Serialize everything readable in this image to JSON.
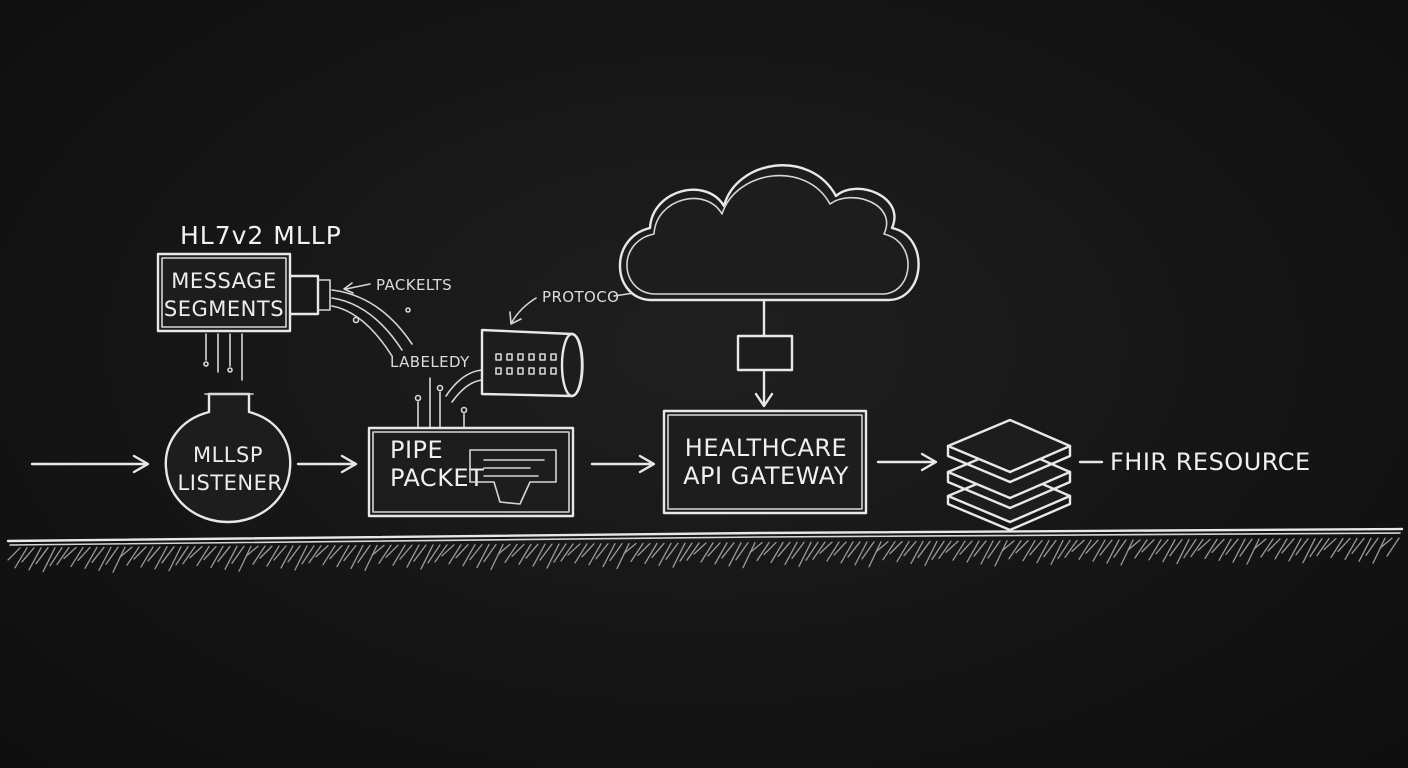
{
  "header": {
    "title": "HL7v2 MLLP"
  },
  "nodes": {
    "message_segments": {
      "line1": "MESSAGE",
      "line2": "SEGMENTS"
    },
    "mllp_listener": {
      "line1": "MLLSP",
      "line2": "LISTENER"
    },
    "pipe_packet": {
      "line1": "PIPE",
      "line2": "PACKET"
    },
    "api_gateway": {
      "line1": "HEALTHCARE",
      "line2": "API GATEWAY"
    },
    "fhir_resource": {
      "label": "FHIR RESOURCE"
    }
  },
  "annotations": {
    "packets": "PACKELTS",
    "labeled": "LABELEDY",
    "protocol": "PROTOCO"
  },
  "icons": {
    "cloud": "cloud-icon",
    "stack": "stacked-layers-icon",
    "connector": "protocol-connector-icon"
  },
  "colors": {
    "background": "#171717",
    "chalk": "#e8e8e8"
  }
}
